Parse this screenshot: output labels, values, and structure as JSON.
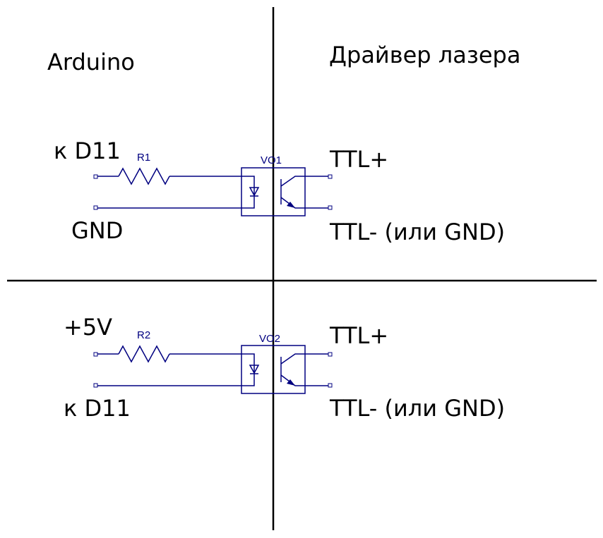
{
  "colors": {
    "wire": "#000080",
    "text": "#000000",
    "background": "#ffffff"
  },
  "labels": {
    "left_title": "Arduino",
    "right_title": "Драйвер лазера"
  },
  "top_circuit": {
    "input_top": "к D11",
    "input_bottom": "GND",
    "resistor": "R1",
    "optocoupler": "VO1",
    "output_top": "TTL+",
    "output_bottom": "TTL- (или GND)"
  },
  "bottom_circuit": {
    "input_top": "+5V",
    "input_bottom": "к D11",
    "resistor": "R2",
    "optocoupler": "VO2",
    "output_top": "TTL+",
    "output_bottom": "TTL- (или GND)"
  }
}
